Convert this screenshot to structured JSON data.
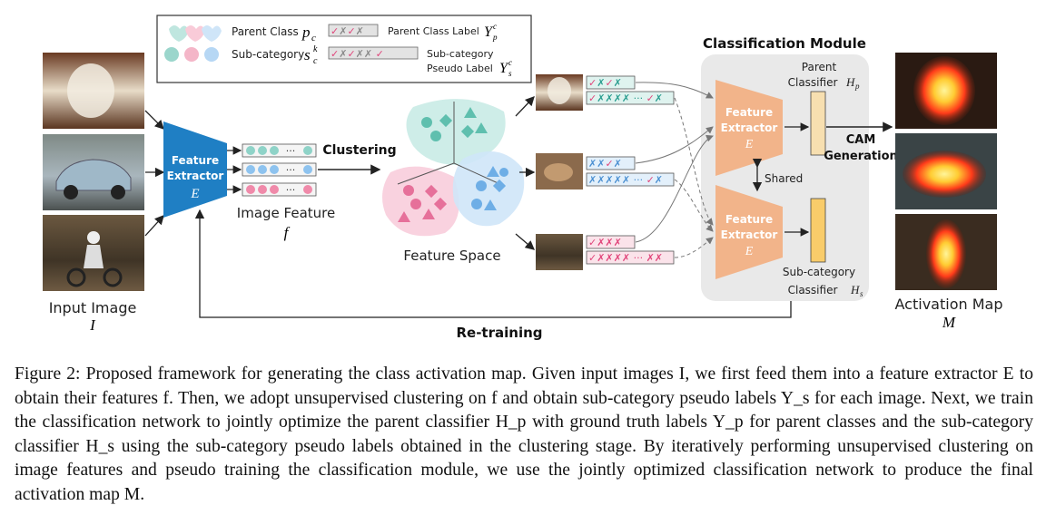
{
  "legend": {
    "parent_class": "Parent Class",
    "parent_class_sym": "p",
    "parent_class_sub": "c",
    "sub_category": "Sub-category",
    "sub_category_sym": "s",
    "sub_category_sub": "c",
    "sub_category_sup": "k",
    "parent_label": "Parent Class Label",
    "parent_label_sym": "Y",
    "parent_label_sub": "p",
    "parent_label_sup": "c",
    "pseudo_label_line1": "Sub-category",
    "pseudo_label_line2": "Pseudo Label",
    "pseudo_label_sym": "Y",
    "pseudo_label_sub": "s",
    "pseudo_label_sup": "c"
  },
  "input": {
    "label": "Input Image",
    "symbol": "I"
  },
  "extractor": {
    "line1": "Feature",
    "line2": "Extractor",
    "symbol": "E"
  },
  "feature": {
    "label": "Image Feature",
    "symbol": "f",
    "ellipsis": "···"
  },
  "clustering_label": "Clustering",
  "feature_space_label": "Feature Space",
  "classification": {
    "title": "Classification Module",
    "parent_line1": "Parent",
    "parent_line2": "Classifier",
    "parent_sym": "H",
    "parent_sub": "p",
    "shared": "Shared",
    "sub_line1": "Sub-category",
    "sub_line2": "Classifier",
    "sub_sym": "H",
    "sub_sub": "s"
  },
  "cam": {
    "line1": "CAM",
    "line2": "Generation"
  },
  "activation": {
    "label": "Activation Map",
    "symbol": "M"
  },
  "retraining": "Re-training",
  "colors": {
    "teal": "#8fd3c8",
    "pink": "#f08aaa",
    "blue": "#8ec3ef",
    "extractor_blue": "#1f7fc4",
    "extractor_orange": "#f2b48a"
  },
  "caption": "Figure 2: Proposed framework for generating the class activation map. Given input images I, we first feed them into a feature extractor E to obtain their features f. Then, we adopt unsupervised clustering on f and obtain sub-category pseudo labels Y_s for each image. Next, we train the classification network to jointly optimize the parent classifier H_p with ground truth labels Y_p for parent classes and the sub-category classifier H_s using the sub-category pseudo labels obtained in the clustering stage. By iteratively performing unsupervised clustering on image features and pseudo training the classification module, we use the jointly optimized classification network to produce the final activation map M."
}
